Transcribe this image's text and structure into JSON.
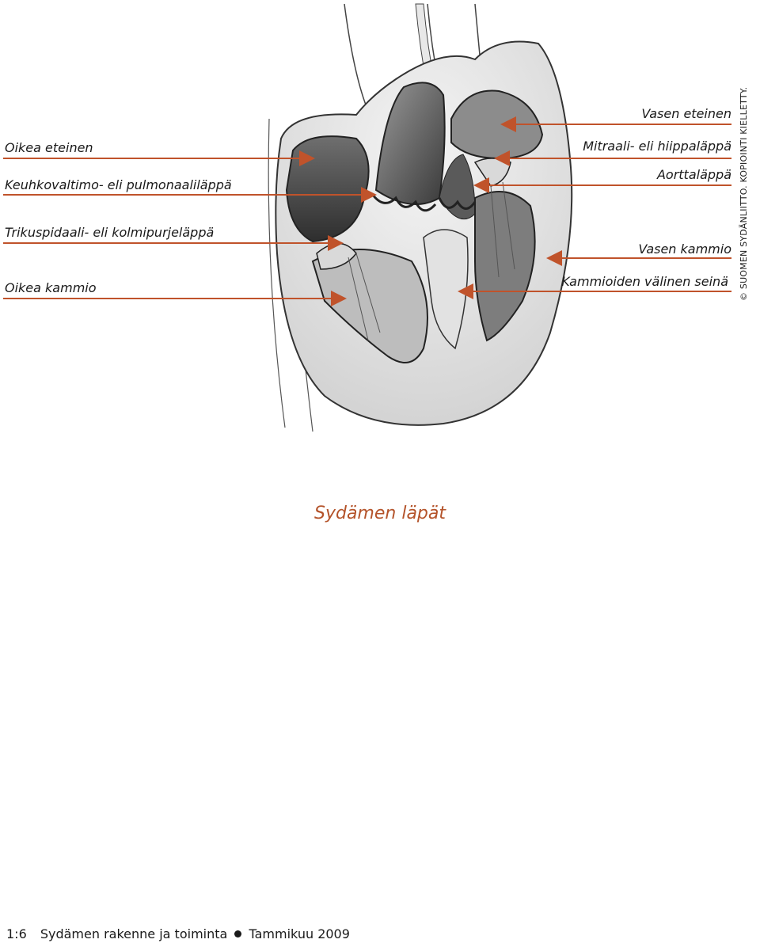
{
  "labels_left": {
    "right_atrium": "Oikea eteinen",
    "pulmonary_valve": "Keuhkovaltimo- eli pulmonaaliläppä",
    "tricuspid_valve": "Trikuspidaali- eli kolmipurjeläppä",
    "right_ventricle": "Oikea kammio"
  },
  "labels_right": {
    "left_atrium": "Vasen eteinen",
    "mitral_valve": "Mitraali- eli hiippaläppä",
    "aortic_valve": "Aorttaläppä",
    "left_ventricle": "Vasen kammio",
    "septum": "Kammioiden välinen seinä"
  },
  "caption": "Sydämen läpät",
  "copyright": "© SUOMEN SYDÄNLIITTO. KOPIOINTI KIELLETTY.",
  "footer": {
    "page": "1:6",
    "title": "Sydämen rakenne ja toiminta",
    "date": "Tammikuu 2009"
  },
  "colors": {
    "arrow": "#c0532b",
    "caption": "#b4532a"
  }
}
